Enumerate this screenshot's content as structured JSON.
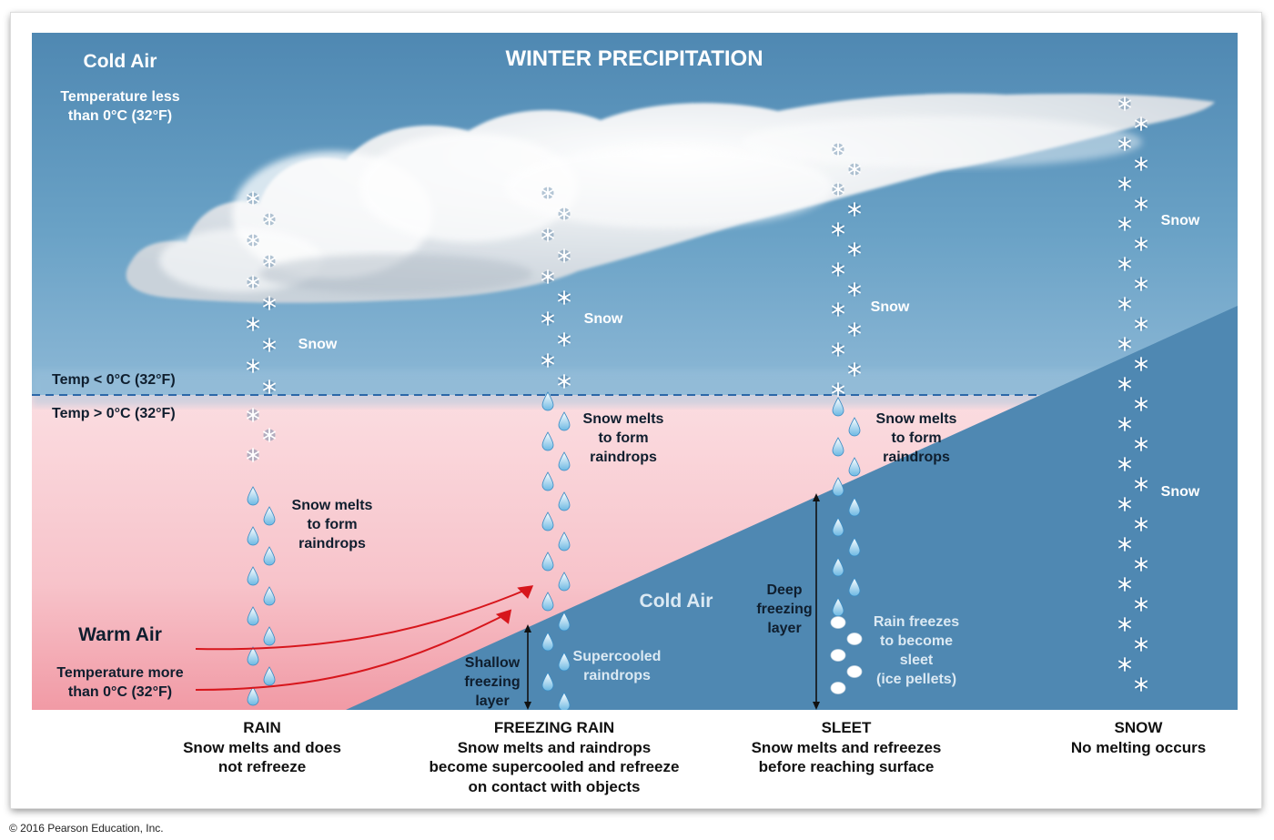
{
  "title": "WINTER PRECIPITATION",
  "upper_air": {
    "label": "Cold Air",
    "desc": [
      "Temperature less",
      "than 0°C (32°F)"
    ]
  },
  "temp_below": "Temp < 0°C (32°F)",
  "temp_above": "Temp > 0°C (32°F)",
  "warm_air": {
    "label": "Warm Air",
    "desc": [
      "Temperature more",
      "than 0°C (32°F)"
    ]
  },
  "surface_cold_air": "Cold Air",
  "rain_column": {
    "snow": "Snow",
    "melts": [
      "Snow melts",
      "to form",
      "raindrops"
    ]
  },
  "freezing_rain_column": {
    "snow": "Snow",
    "melts": [
      "Snow melts",
      "to form",
      "raindrops"
    ],
    "supercooled": [
      "Supercooled",
      "raindrops"
    ],
    "layer": [
      "Shallow",
      "freezing",
      "layer"
    ]
  },
  "sleet_column": {
    "snow": "Snow",
    "melts": [
      "Snow melts",
      "to form",
      "raindrops"
    ],
    "layer": [
      "Deep",
      "freezing",
      "layer"
    ],
    "freezes": [
      "Rain freezes",
      "to become",
      "sleet",
      "(ice pellets)"
    ]
  },
  "snow_column": {
    "snow_upper": "Snow",
    "snow_lower": "Snow"
  },
  "captions": [
    {
      "title": "RAIN",
      "lines": [
        "Snow melts and does",
        "not refreeze"
      ]
    },
    {
      "title": "FREEZING RAIN",
      "lines": [
        "Snow melts and raindrops",
        "become supercooled and refreeze",
        "on contact with objects"
      ]
    },
    {
      "title": "SLEET",
      "lines": [
        "Snow melts and refreezes",
        "before reaching surface"
      ]
    },
    {
      "title": "SNOW",
      "lines": [
        "No melting occurs"
      ]
    }
  ],
  "copyright": "© 2016 Pearson Education, Inc.",
  "colors": {
    "sky": "#5f9ac0",
    "warm_layer": "#f7c9cf",
    "cold_wedge": "#4f88b2",
    "arrow": "#d7161c",
    "freezing_line": "#2c67a8"
  }
}
